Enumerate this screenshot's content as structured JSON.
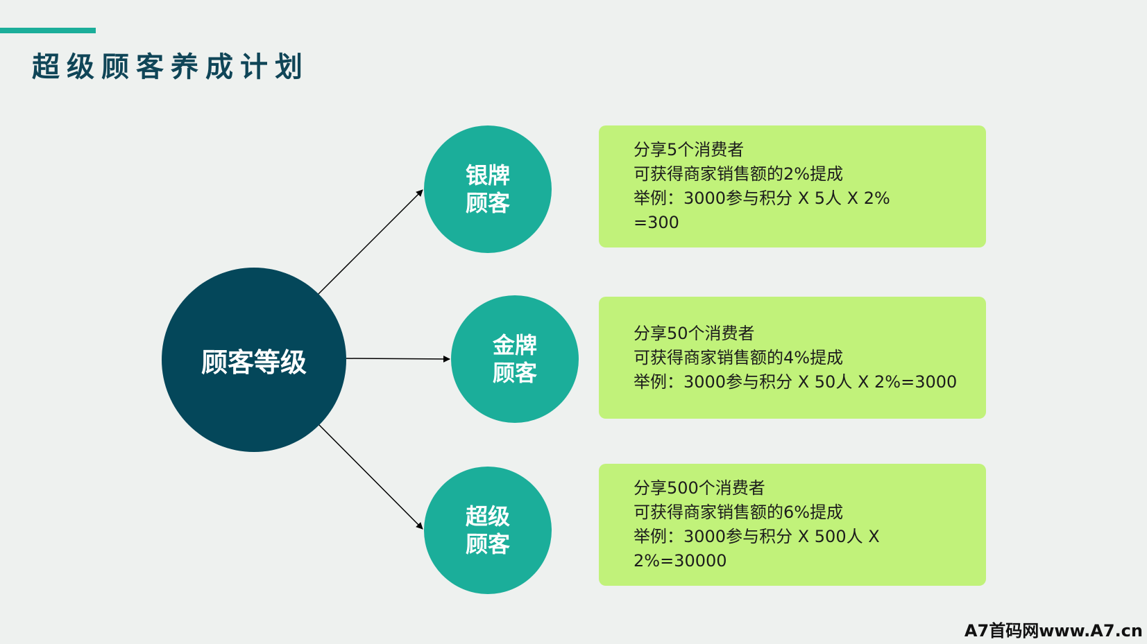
{
  "title": "超级顾客养成计划",
  "center": {
    "label": "顾客等级"
  },
  "tiers": [
    {
      "label": "银牌顾客",
      "details": [
        "分享5个消费者",
        "可获得商家销售额的2%提成",
        "举例：3000参与积分 X 5人 X 2%",
        "=300"
      ]
    },
    {
      "label": "金牌顾客",
      "details": [
        "分享50个消费者",
        "可获得商家销售额的4%提成",
        "举例：3000参与积分 X 50人 X 2%=3000"
      ]
    },
    {
      "label": "超级顾客",
      "details": [
        "分享500个消费者",
        "可获得商家销售额的6%提成",
        "举例：3000参与积分 X 500人 X",
        "2%=30000"
      ]
    }
  ],
  "watermark": "A7首码网www.A7.cn",
  "colors": {
    "background": "#eef1ef",
    "accent": "#1bae9a",
    "title": "#0f4557",
    "center_circle": "#04475a",
    "tier_circle": "#1bae9a",
    "card": "#c1f27a"
  }
}
